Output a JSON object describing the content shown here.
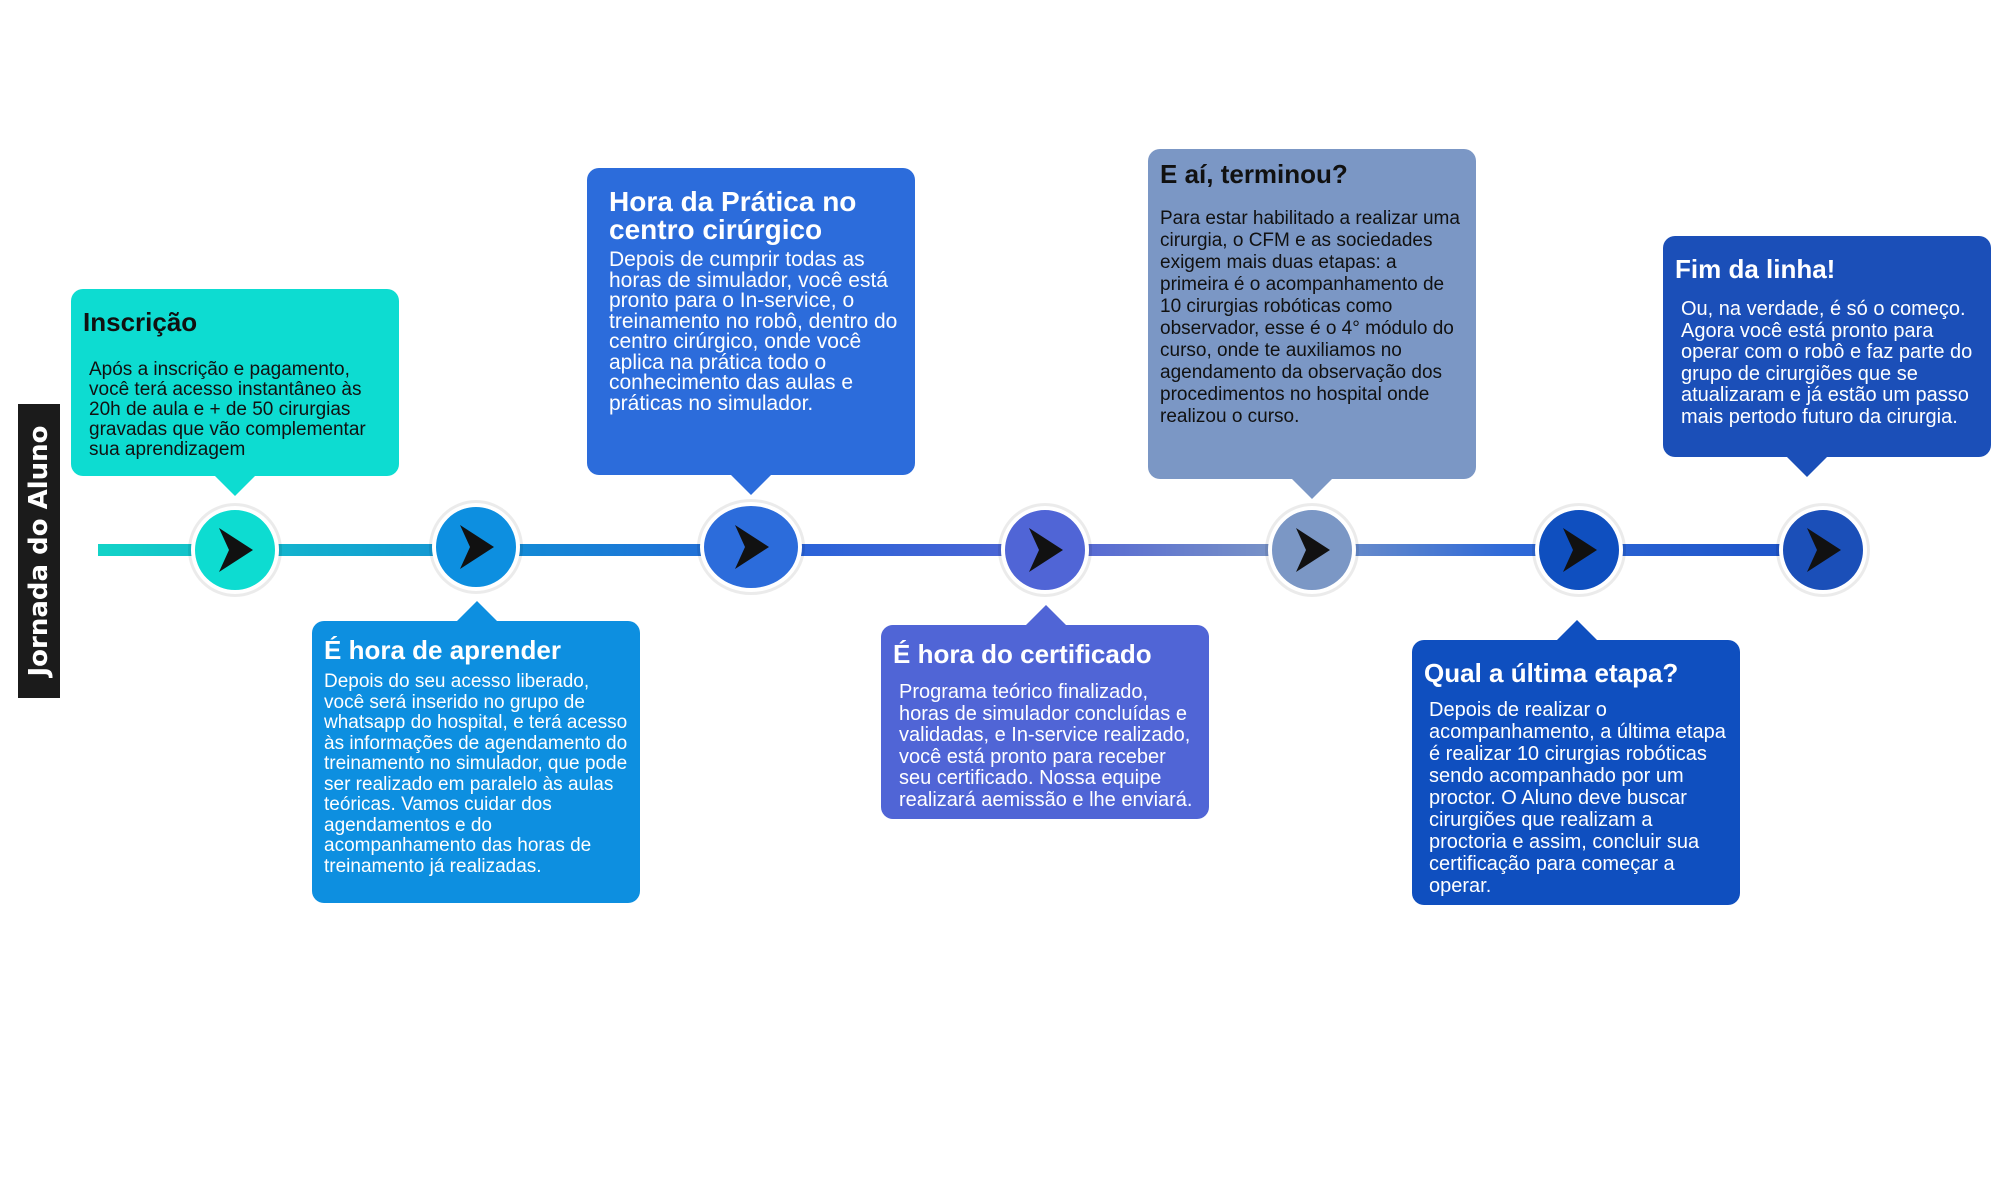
{
  "side_label": "Jornada do Aluno",
  "colors": {
    "step1": "#0ddcd1",
    "step2": "#0d8fe0",
    "step3": "#2c6cdb",
    "step4": "#5065d6",
    "step5": "#7b97c5",
    "step6": "#0f4fbf",
    "step7": "#1b4fb8",
    "arrow": "#111111"
  },
  "steps": [
    {
      "title": "Inscrição",
      "text": "Após a inscrição e pagamento, você terá acesso instantâneo às 20h de aula e + de 50 cirurgias gravadas que vão complementar sua aprendizagem"
    },
    {
      "title": "É hora de aprender",
      "text": "Depois do seu acesso liberado, você será inserido no grupo de whatsapp do hospital, e terá acesso às informações de agendamento do treinamento no simulador, que pode ser realizado em paralelo às aulas teóricas. Vamos cuidar dos agendamentos e do acompanhamento das horas de treinamento já realizadas."
    },
    {
      "title": "Hora da Prática no centro cirúrgico",
      "text": "Depois de cumprir todas as horas de simulador, você está pronto para o In-service, o treinamento no robô, dentro do centro cirúrgico, onde você aplica na prática todo o conhecimento das aulas e práticas no simulador."
    },
    {
      "title": "É hora do certificado",
      "text": "Programa teórico finalizado, horas de simulador concluídas e validadas, e In-service realizado, você está pronto para receber seu certificado. Nossa equipe realizará aemissão e lhe enviará."
    },
    {
      "title": "E aí, terminou?",
      "text": "Para estar habilitado a realizar uma cirurgia, o CFM e as sociedades exigem mais duas etapas: a primeira é o acompanhamento de 10 cirurgias robóticas como observador, esse é o 4° módulo do curso, onde te auxiliamos no agendamento da observação dos procedimentos no hospital onde realizou o curso."
    },
    {
      "title": "Qual a última etapa?",
      "text": "Depois de realizar o acompanhamento, a última etapa é realizar 10 cirurgias robóticas sendo acompanhado por um proctor. O Aluno deve buscar cirurgiões que realizam a proctoria e assim, concluir sua certificação para começar a operar."
    },
    {
      "title": "Fim da linha!",
      "text": "Ou, na verdade, é só o começo. Agora você está pronto para operar com o robô e faz parte do grupo de cirurgiões que se atualizaram e já estão um passo mais pertodo futuro da cirurgia."
    }
  ]
}
